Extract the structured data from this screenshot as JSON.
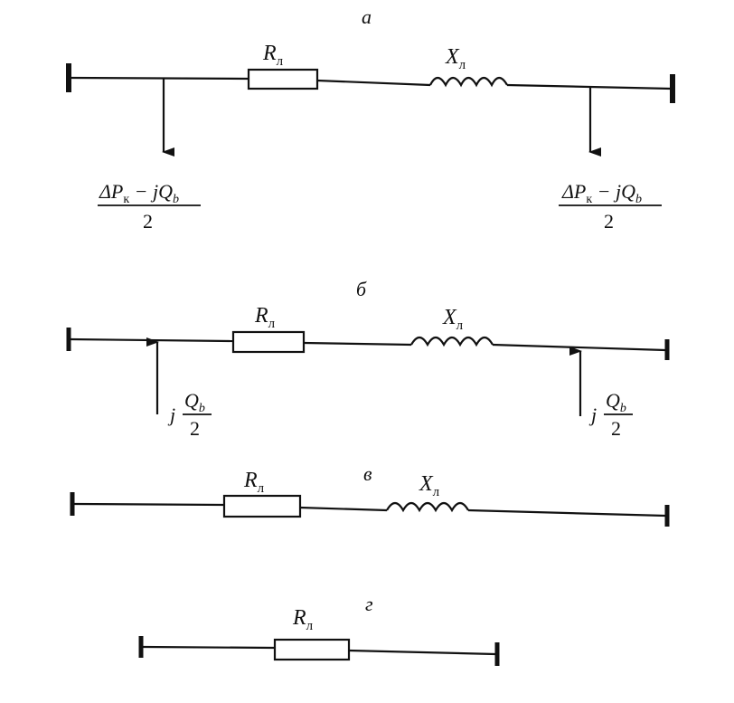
{
  "panels": {
    "a": {
      "letter": "а",
      "r_main": "R",
      "r_sub": "л",
      "x_main": "X",
      "x_sub": "л",
      "load_left": {
        "num_1": "ΔP",
        "num_sub1": "к",
        "num_2": " − jQ",
        "num_sub2": "b",
        "den": "2"
      },
      "load_right": {
        "num_1": "ΔP",
        "num_sub1": "к",
        "num_2": " − jQ",
        "num_sub2": "b",
        "den": "2"
      }
    },
    "b": {
      "letter": "б",
      "r_main": "R",
      "r_sub": "л",
      "x_main": "X",
      "x_sub": "л",
      "inj_left": {
        "j": "j",
        "num": "Q",
        "num_sub": "b",
        "den": "2"
      },
      "inj_right": {
        "j": "j",
        "num": "Q",
        "num_sub": "b",
        "den": "2"
      }
    },
    "c": {
      "letter": "в",
      "r_main": "R",
      "r_sub": "л",
      "x_main": "X",
      "x_sub": "л"
    },
    "d": {
      "letter": "г",
      "r_main": "R",
      "r_sub": "л"
    }
  },
  "colors": {
    "ink": "#111111",
    "paper": "#ffffff"
  }
}
